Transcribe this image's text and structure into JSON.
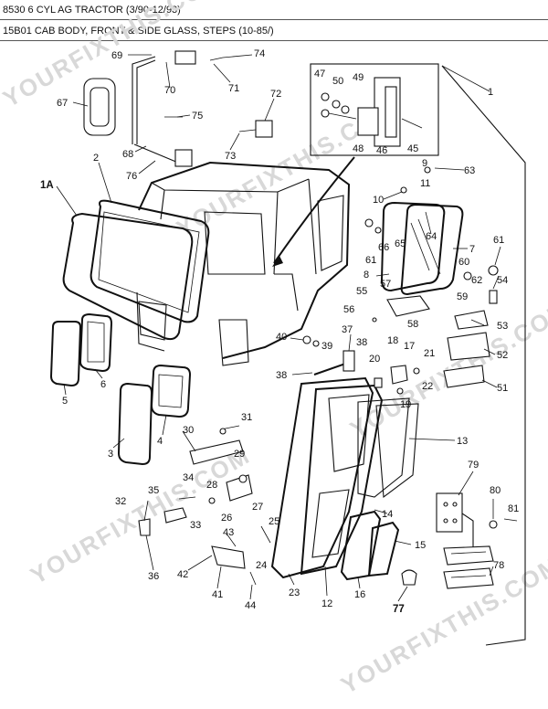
{
  "header": {
    "model_line": "8530 6 CYL AG TRACTOR (3/90-12/93)",
    "section_line": "15B01 CAB BODY, FRONT & SIDE GLASS, STEPS (10-85/)"
  },
  "watermark": {
    "text": "YOURFIXTHIS.COM"
  },
  "callouts": [
    {
      "id": "69",
      "label": "69"
    },
    {
      "id": "74",
      "label": "74"
    },
    {
      "id": "70",
      "label": "70"
    },
    {
      "id": "71",
      "label": "71"
    },
    {
      "id": "67",
      "label": "67"
    },
    {
      "id": "72",
      "label": "72"
    },
    {
      "id": "75",
      "label": "75"
    },
    {
      "id": "68",
      "label": "68"
    },
    {
      "id": "73",
      "label": "73"
    },
    {
      "id": "76",
      "label": "76"
    },
    {
      "id": "1",
      "label": "1"
    },
    {
      "id": "47",
      "label": "47"
    },
    {
      "id": "50",
      "label": "50"
    },
    {
      "id": "49",
      "label": "49"
    },
    {
      "id": "48",
      "label": "48"
    },
    {
      "id": "46",
      "label": "46"
    },
    {
      "id": "45",
      "label": "45"
    },
    {
      "id": "2",
      "label": "2"
    },
    {
      "id": "1A",
      "label": "1A"
    },
    {
      "id": "9",
      "label": "9"
    },
    {
      "id": "63",
      "label": "63"
    },
    {
      "id": "10",
      "label": "10"
    },
    {
      "id": "11",
      "label": "11"
    },
    {
      "id": "64",
      "label": "64"
    },
    {
      "id": "66",
      "label": "66"
    },
    {
      "id": "65",
      "label": "65"
    },
    {
      "id": "61a",
      "label": "61"
    },
    {
      "id": "7",
      "label": "7"
    },
    {
      "id": "61b",
      "label": "61"
    },
    {
      "id": "60",
      "label": "60"
    },
    {
      "id": "8",
      "label": "8"
    },
    {
      "id": "62",
      "label": "62"
    },
    {
      "id": "54",
      "label": "54"
    },
    {
      "id": "57",
      "label": "57"
    },
    {
      "id": "55",
      "label": "55"
    },
    {
      "id": "59",
      "label": "59"
    },
    {
      "id": "56",
      "label": "56"
    },
    {
      "id": "58",
      "label": "58"
    },
    {
      "id": "53",
      "label": "53"
    },
    {
      "id": "5",
      "label": "5"
    },
    {
      "id": "6",
      "label": "6"
    },
    {
      "id": "40",
      "label": "40"
    },
    {
      "id": "39",
      "label": "39"
    },
    {
      "id": "37",
      "label": "37"
    },
    {
      "id": "38a",
      "label": "38"
    },
    {
      "id": "38b",
      "label": "38"
    },
    {
      "id": "18",
      "label": "18"
    },
    {
      "id": "17",
      "label": "17"
    },
    {
      "id": "52",
      "label": "52"
    },
    {
      "id": "20",
      "label": "20"
    },
    {
      "id": "21",
      "label": "21"
    },
    {
      "id": "22",
      "label": "22"
    },
    {
      "id": "19",
      "label": "19"
    },
    {
      "id": "51",
      "label": "51"
    },
    {
      "id": "3",
      "label": "3"
    },
    {
      "id": "4",
      "label": "4"
    },
    {
      "id": "31",
      "label": "31"
    },
    {
      "id": "30",
      "label": "30"
    },
    {
      "id": "29",
      "label": "29"
    },
    {
      "id": "13",
      "label": "13"
    },
    {
      "id": "79",
      "label": "79"
    },
    {
      "id": "34",
      "label": "34"
    },
    {
      "id": "28",
      "label": "28"
    },
    {
      "id": "35",
      "label": "35"
    },
    {
      "id": "80",
      "label": "80"
    },
    {
      "id": "32",
      "label": "32"
    },
    {
      "id": "33",
      "label": "33"
    },
    {
      "id": "26",
      "label": "26"
    },
    {
      "id": "27",
      "label": "27"
    },
    {
      "id": "81",
      "label": "81"
    },
    {
      "id": "43",
      "label": "43"
    },
    {
      "id": "25",
      "label": "25"
    },
    {
      "id": "14",
      "label": "14"
    },
    {
      "id": "15",
      "label": "15"
    },
    {
      "id": "36",
      "label": "36"
    },
    {
      "id": "42",
      "label": "42"
    },
    {
      "id": "24",
      "label": "24"
    },
    {
      "id": "78",
      "label": "78"
    },
    {
      "id": "41",
      "label": "41"
    },
    {
      "id": "23",
      "label": "23"
    },
    {
      "id": "12",
      "label": "12"
    },
    {
      "id": "16",
      "label": "16"
    },
    {
      "id": "44",
      "label": "44"
    },
    {
      "id": "77",
      "label": "77"
    }
  ]
}
